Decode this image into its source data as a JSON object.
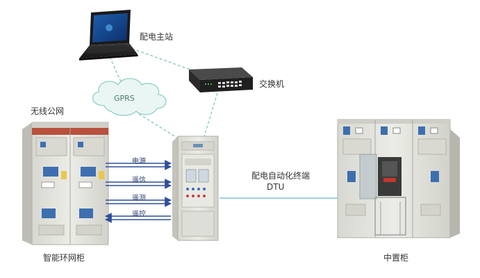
{
  "nodes": {
    "master_station": "配电主站",
    "switch": "交换机",
    "gprs": "GPRS",
    "wireless_net": "无线公网",
    "ring_main_unit": "智能环网柜",
    "dtu_title": "配电自动化终端",
    "dtu_code": "DTU",
    "middle_cabinet": "中置柜"
  },
  "signals": [
    "电源",
    "遥信",
    "遥测",
    "遥控"
  ],
  "colors": {
    "dashed_link": "#7fc6bf",
    "solid_link": "#7fc6d6",
    "arrow": "#2f4f9a",
    "cabinet": "#e4e4df",
    "cabinet_dark": "#c9c9c2",
    "red_band": "#b8503e",
    "meter_blue": "#3d6fb0"
  }
}
